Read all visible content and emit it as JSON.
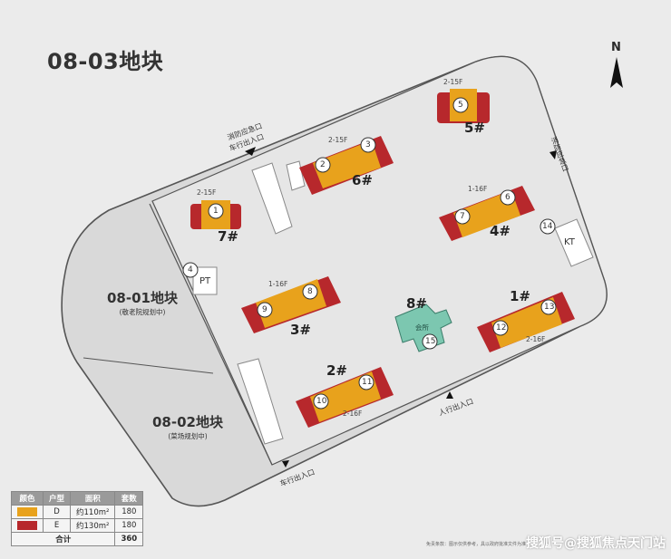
{
  "title": "08-03地块",
  "north_label": "N",
  "gates": {
    "fire_top": "消防应急口",
    "vehicle_top": "车行出入口",
    "fire_right": "消防应急口",
    "pedestrian": "人行出入口",
    "vehicle_bottom": "车行出入口"
  },
  "lots": {
    "lot1_name": "08-01地块",
    "lot1_note": "(敬老院规划中)",
    "lot2_name": "08-02地块",
    "lot2_note": "(菜场规划中)"
  },
  "buildings": [
    {
      "name": "1#",
      "floors": "2-16F",
      "units": [
        "12",
        "13"
      ]
    },
    {
      "name": "2#",
      "floors": "2-16F",
      "units": [
        "10",
        "11"
      ]
    },
    {
      "name": "3#",
      "floors": "1-16F",
      "units": [
        "9",
        "8"
      ]
    },
    {
      "name": "4#",
      "floors": "1-16F",
      "units": [
        "7",
        "6"
      ]
    },
    {
      "name": "5#",
      "floors": "2-15F",
      "units": [
        "5"
      ]
    },
    {
      "name": "6#",
      "floors": "2-15F",
      "units": [
        "2",
        "3"
      ]
    },
    {
      "name": "7#",
      "floors": "2-15F",
      "units": [
        "1"
      ]
    },
    {
      "name": "8#",
      "floors": "",
      "units": [
        "15"
      ],
      "label": "会所"
    }
  ],
  "facilities": {
    "pt_number": "4",
    "pt_label": "PT",
    "kt_number": "14",
    "kt_label": "KT"
  },
  "unit_small": "2",
  "unit_small_b": "1",
  "legend": {
    "headers": [
      "颜色",
      "户型",
      "面积",
      "套数"
    ],
    "rows": [
      {
        "color": "#e8a21c",
        "type": "D",
        "area": "约110m²",
        "count": "180"
      },
      {
        "color": "#b7282c",
        "type": "E",
        "area": "约130m²",
        "count": "180"
      }
    ],
    "total_label": "合计",
    "total_count": "360"
  },
  "watermark": "搜狐号@搜狐焦点天门站",
  "note": "免责条款：图示仅供参考，具以政府批准文件为准"
}
